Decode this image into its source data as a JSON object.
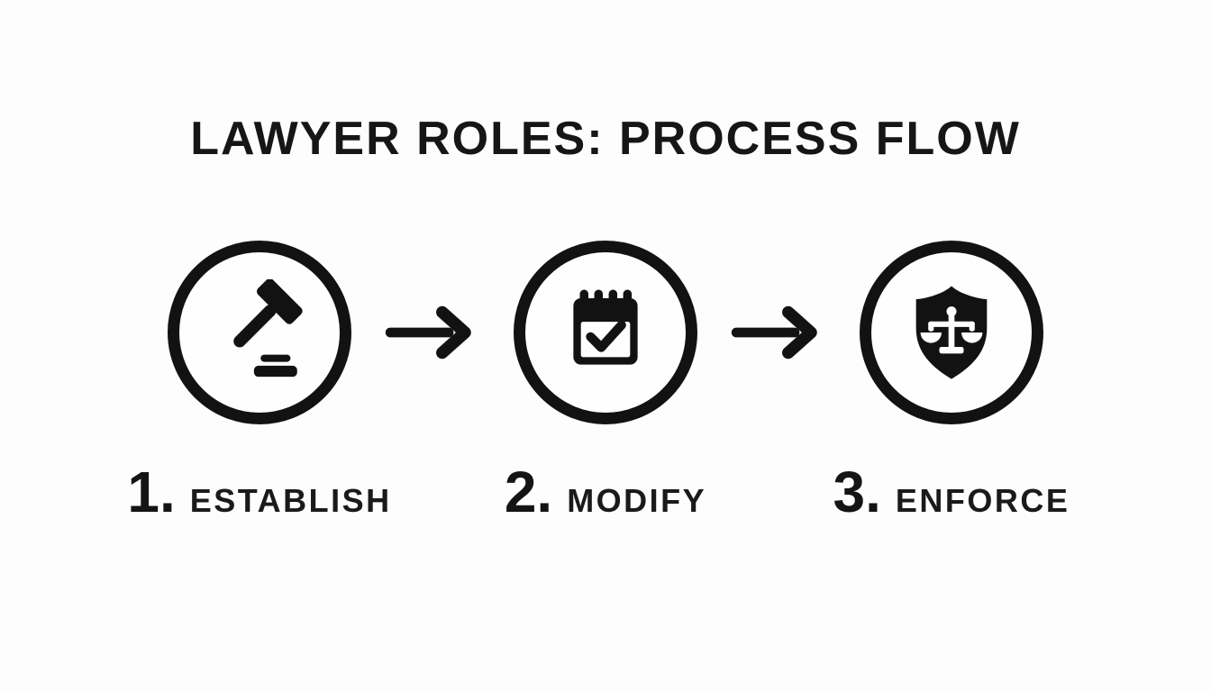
{
  "page": {
    "background": "#fdfdfd",
    "ink": "#121212"
  },
  "title": "LAWYER ROLES: PROCESS FLOW",
  "steps": [
    {
      "number": "1.",
      "label": "ESTABLISH",
      "icon": "gavel-icon"
    },
    {
      "number": "2.",
      "label": "MODIFY",
      "icon": "calendar-check-icon"
    },
    {
      "number": "3.",
      "label": "ENFORCE",
      "icon": "shield-scales-icon"
    }
  ],
  "arrows": {
    "icon": "arrow-right-icon",
    "count": 2
  }
}
